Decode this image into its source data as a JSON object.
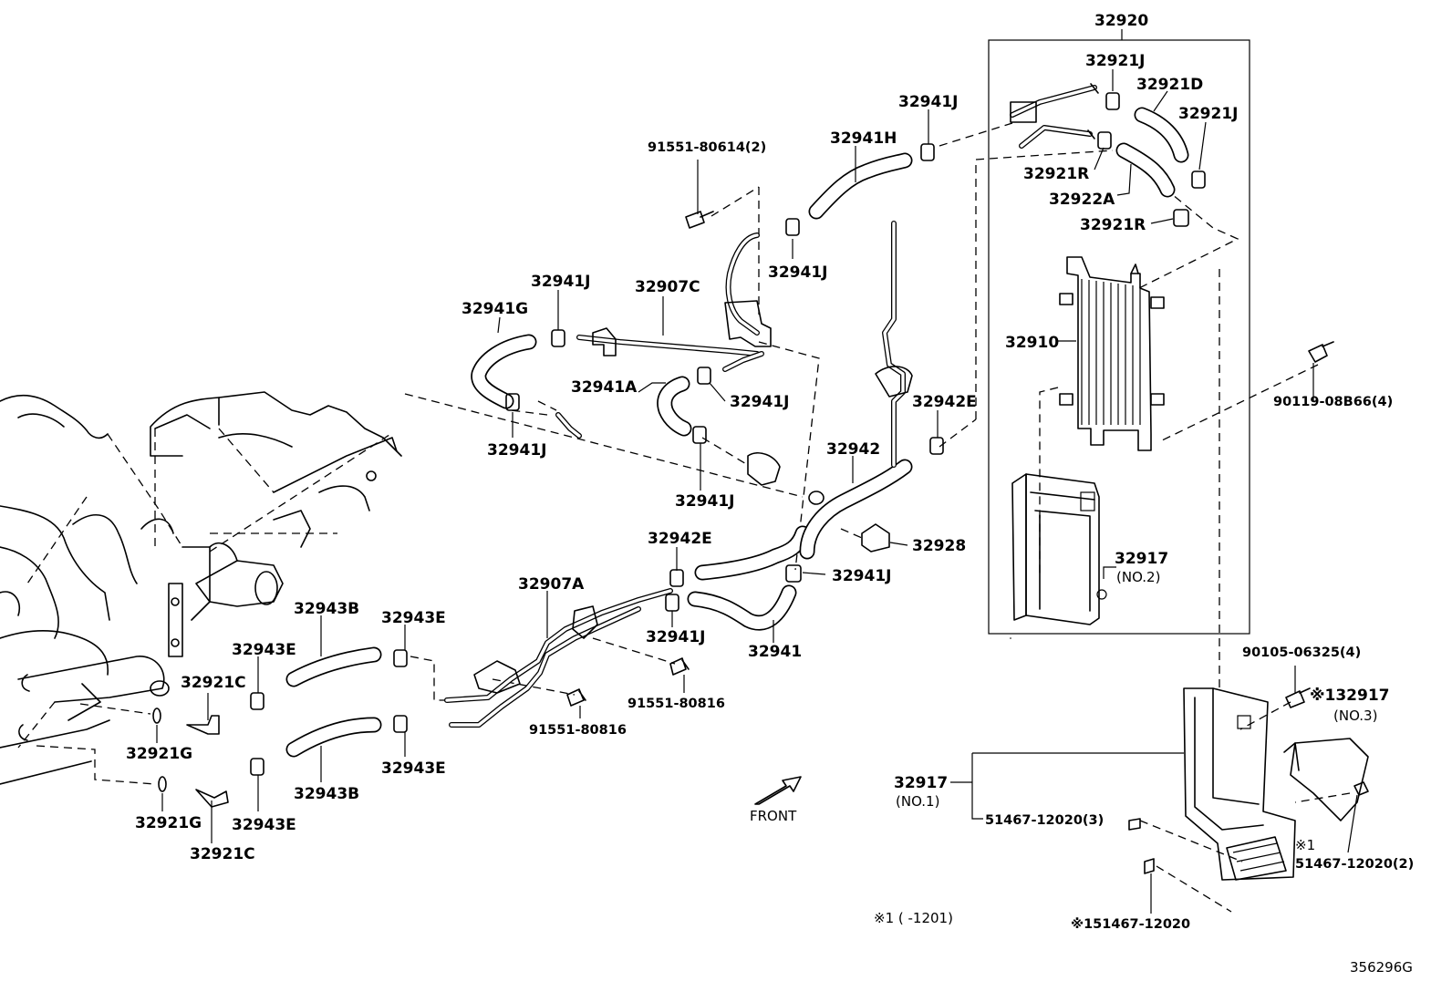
{
  "diagram_code": "356296G",
  "direction_label": "FRONT",
  "box_label": "32920",
  "note": "※1 ( -1201)",
  "labels": {
    "b32921J_top": "32921J",
    "b32921D": "32921D",
    "b32921J_right": "32921J",
    "b32921R_top": "32921R",
    "b32922A": "32922A",
    "b32921R_mid": "32921R",
    "b32910": "32910",
    "b32917_no2": "32917",
    "no2": "(NO.2)",
    "j32941J_top": "32941J",
    "h32941H": "32941H",
    "bolt_91551_80614": "91551-80614(2)",
    "j32941J_mid": "32941J",
    "j32941J_left": "32941J",
    "c32907C": "32907C",
    "g32941G": "32941G",
    "a32941A": "32941A",
    "j32941J_a": "32941J",
    "j32941J_g": "32941J",
    "j32941J_low": "32941J",
    "e32942E_right": "32942E",
    "h32942": "32942",
    "p32928": "32928",
    "e32942E_left": "32942E",
    "j32941J_b": "32941J",
    "j32941J_c": "32941J",
    "h32941": "32941",
    "a32907A": "32907A",
    "bolt_91551_80816_a": "91551-80816",
    "bolt_91551_80816_b": "91551-80816",
    "b32943B_top": "32943B",
    "b32943B_low": "32943B",
    "e32943E_1": "32943E",
    "e32943E_2": "32943E",
    "e32943E_3": "32943E",
    "e32943E_4": "32943E",
    "c32921C_top": "32921C",
    "c32921C_low": "32921C",
    "g32921G_top": "32921G",
    "g32921G_low": "32921G",
    "bolt_90119": "90119-08B66(4)",
    "bolt_90105": "90105-06325(4)",
    "mark_32917_no3": "※132917",
    "no3": "(NO.3)",
    "b32917_no1": "32917",
    "no1": "(NO.1)",
    "clip_51467_3": "51467-12020(3)",
    "mark1": "※1",
    "clip_51467_2": "51467-12020(2)",
    "clip_51467_1": "※151467-12020"
  }
}
